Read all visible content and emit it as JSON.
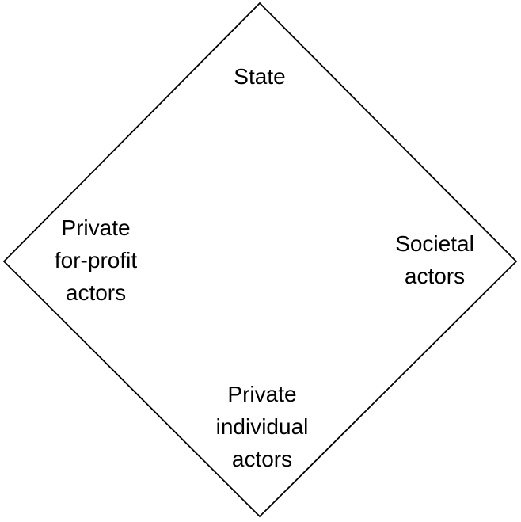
{
  "diagram": {
    "colors": {
      "stroke": "#000000",
      "background": "#ffffff",
      "text": "#000000"
    },
    "labels": {
      "top": "State",
      "left": "Private\nfor-profit\nactors",
      "right": "Societal\nactors",
      "bottom": "Private\nindividual\nactors"
    }
  }
}
